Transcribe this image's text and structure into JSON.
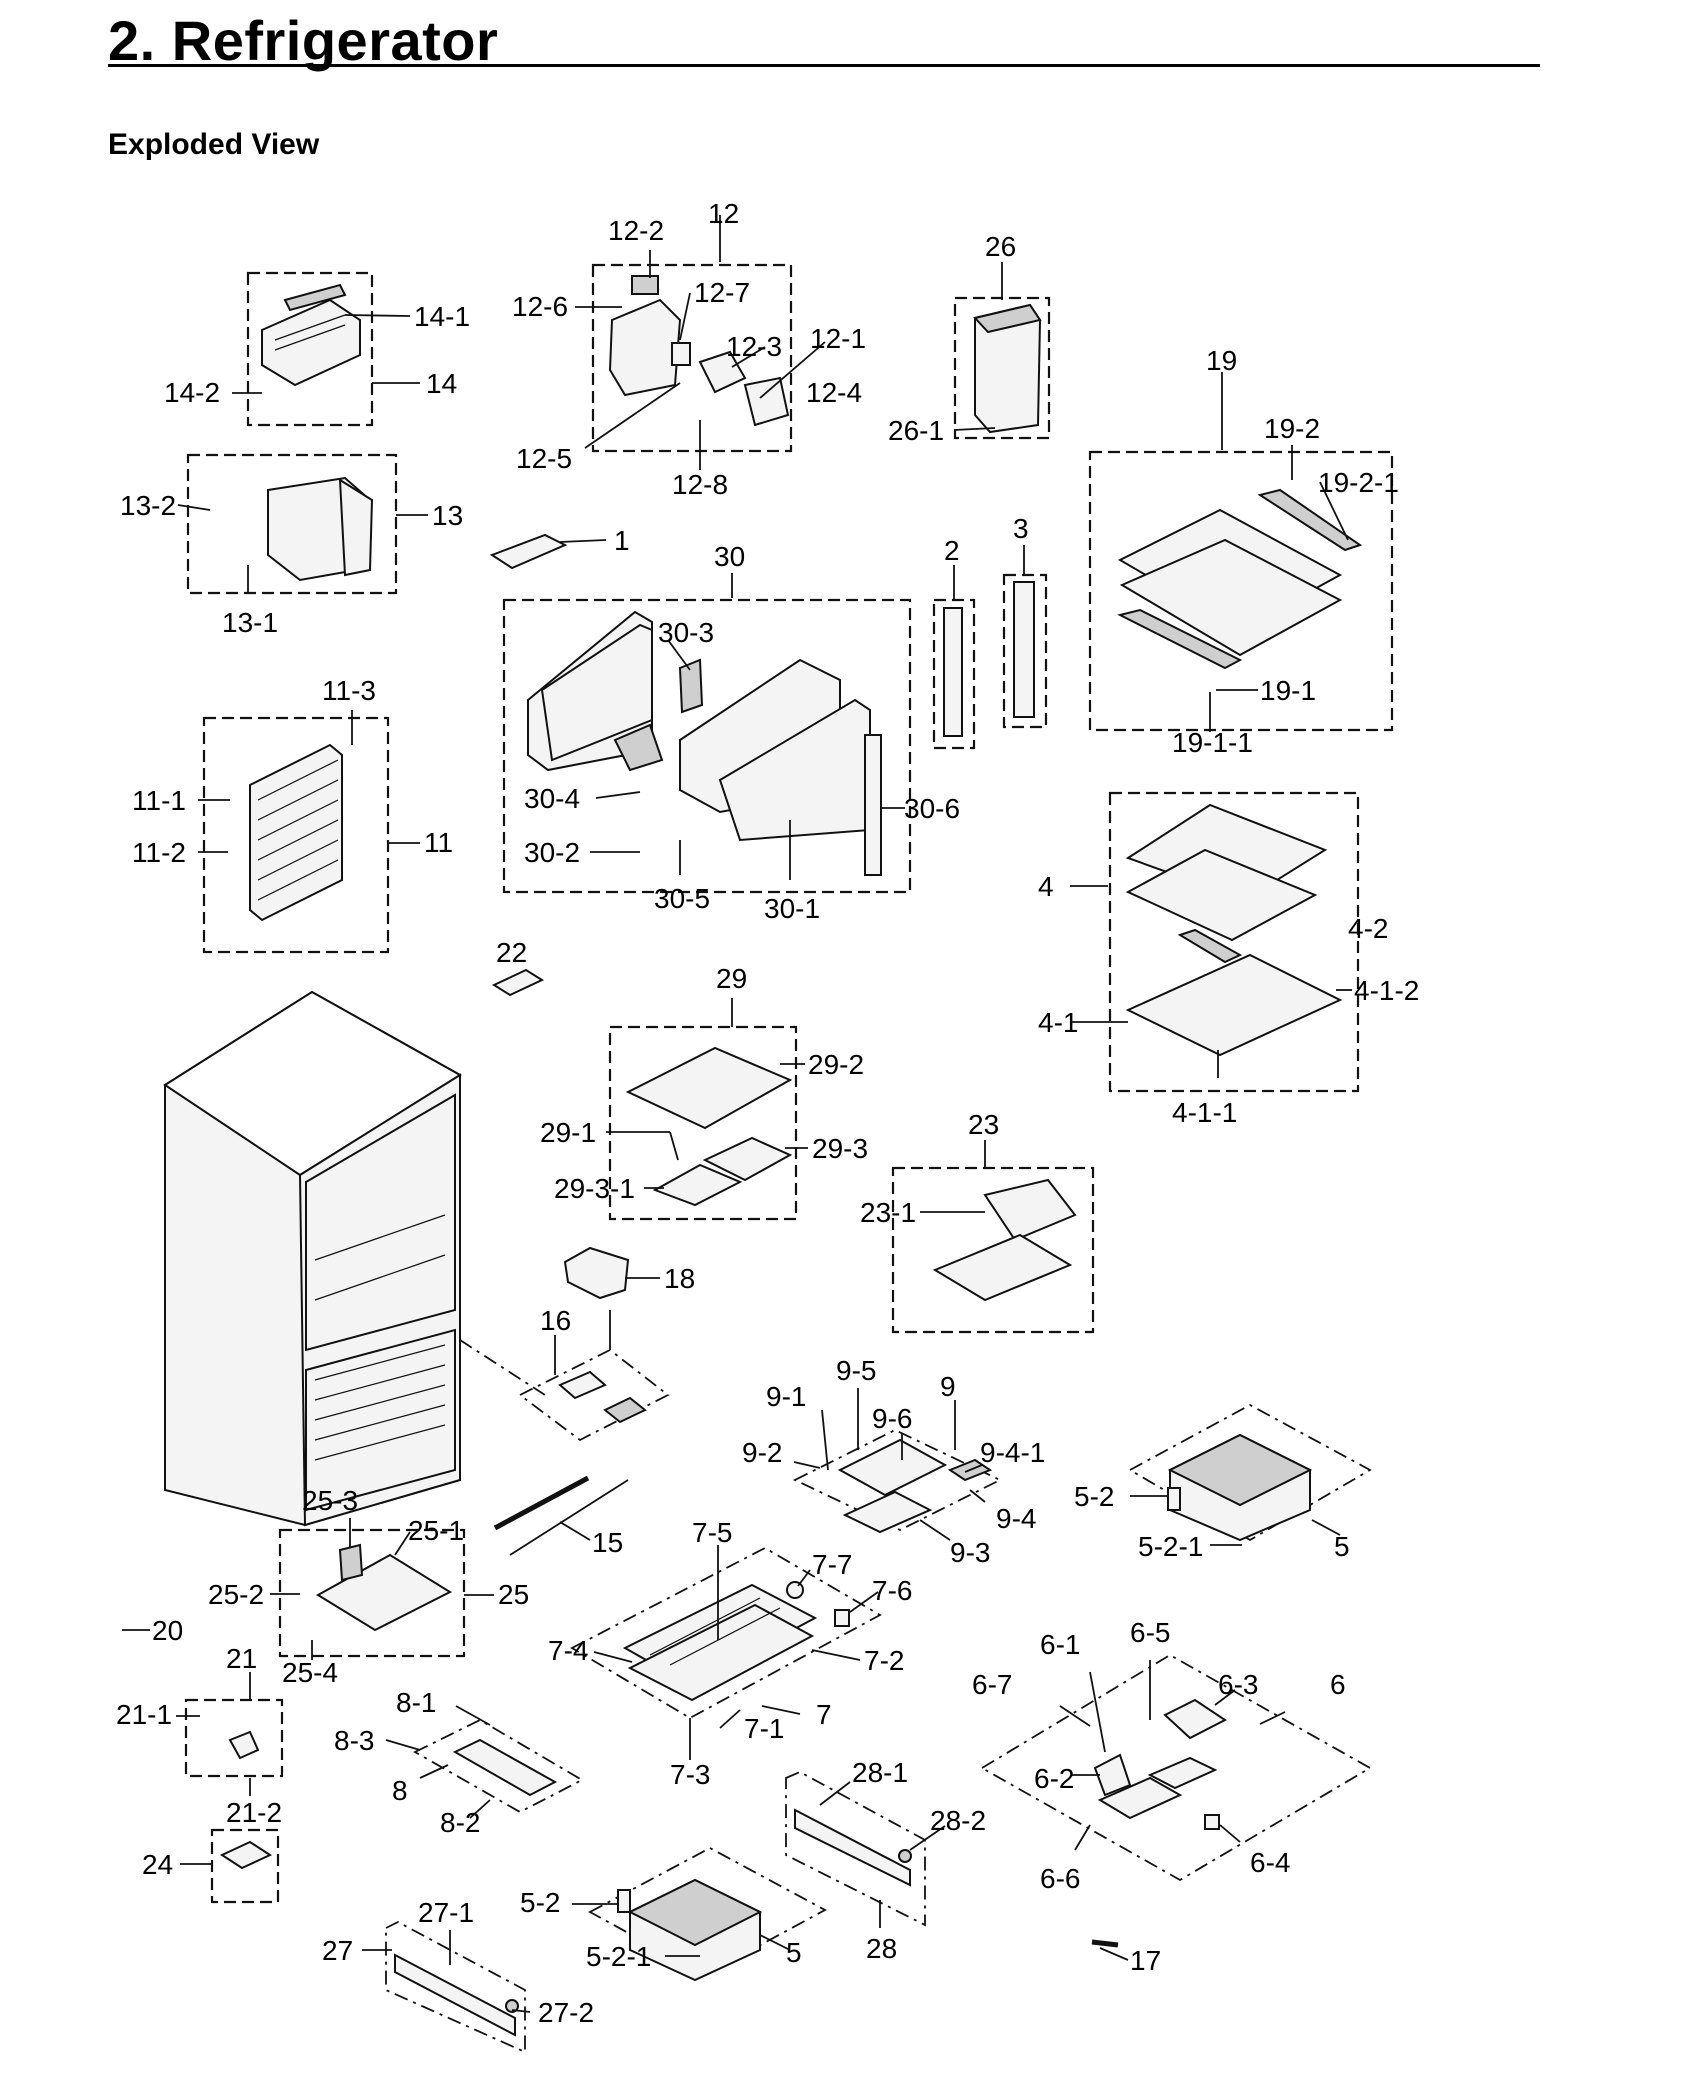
{
  "page": {
    "title": "2.  Refrigerator",
    "subtitle": "Exploded View"
  },
  "callouts": {
    "c12": "12",
    "c12_2": "12-2",
    "c12_7": "12-7",
    "c12_6": "12-6",
    "c12_3": "12-3",
    "c12_1": "12-1",
    "c12_4": "12-4",
    "c12_5": "12-5",
    "c12_8": "12-8",
    "c14_1": "14-1",
    "c14": "14",
    "c14_2": "14-2",
    "c13_2": "13-2",
    "c13": "13",
    "c13_1": "13-1",
    "c26": "26",
    "c26_1": "26-1",
    "c19": "19",
    "c19_2": "19-2",
    "c19_2_1": "19-2-1",
    "c19_1": "19-1",
    "c19_1_1": "19-1-1",
    "c1": "1",
    "c30": "30",
    "c2": "2",
    "c3": "3",
    "c30_3": "30-3",
    "c30_4": "30-4",
    "c30_2": "30-2",
    "c30_5": "30-5",
    "c30_1": "30-1",
    "c30_6": "30-6",
    "c11_3": "11-3",
    "c11_1": "11-1",
    "c11_2": "11-2",
    "c11": "11",
    "c4": "4",
    "c4_2": "4-2",
    "c4_1_2": "4-1-2",
    "c4_1": "4-1",
    "c4_1_1": "4-1-1",
    "c22": "22",
    "c29": "29",
    "c29_2": "29-2",
    "c29_1": "29-1",
    "c29_3": "29-3",
    "c29_3_1": "29-3-1",
    "c23": "23",
    "c23_1": "23-1",
    "c18": "18",
    "c16": "16",
    "c9": "9",
    "c9_5": "9-5",
    "c9_1": "9-1",
    "c9_6": "9-6",
    "c9_2": "9-2",
    "c9_4_1": "9-4-1",
    "c9_4": "9-4",
    "c9_3": "9-3",
    "c5_2a": "5-2",
    "c5_2_1a": "5-2-1",
    "c5a": "5",
    "c25_3": "25-3",
    "c25_1": "25-1",
    "c25_2": "25-2",
    "c25": "25",
    "c25_4": "25-4",
    "c15": "15",
    "c20": "20",
    "c7_5": "7-5",
    "c7_7": "7-7",
    "c7_6": "7-6",
    "c7_4": "7-4",
    "c7_2": "7-2",
    "c7": "7",
    "c7_1": "7-1",
    "c7_3": "7-3",
    "c6_1": "6-1",
    "c6_5": "6-5",
    "c6_7": "6-7",
    "c6_3": "6-3",
    "c6": "6",
    "c6_2": "6-2",
    "c6_6": "6-6",
    "c6_4": "6-4",
    "c21": "21",
    "c21_1": "21-1",
    "c21_2": "21-2",
    "c8_1": "8-1",
    "c8_3": "8-3",
    "c8": "8",
    "c8_2": "8-2",
    "c28_1": "28-1",
    "c28_2": "28-2",
    "c28": "28",
    "c24": "24",
    "c27_1": "27-1",
    "c27": "27",
    "c27_2": "27-2",
    "c5_2b": "5-2",
    "c5_2_1b": "5-2-1",
    "c5b": "5",
    "c17": "17"
  }
}
